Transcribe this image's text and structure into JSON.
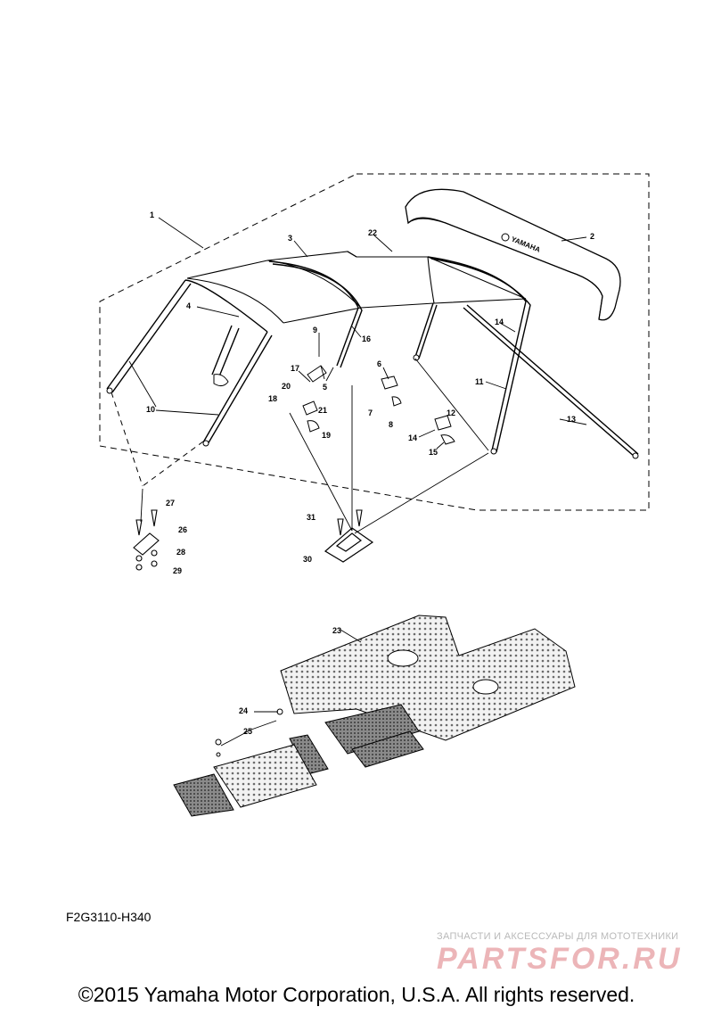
{
  "callouts": [
    "1",
    "2",
    "3",
    "4",
    "5",
    "6",
    "7",
    "8",
    "9",
    "10",
    "11",
    "12",
    "13",
    "14",
    "14",
    "15",
    "16",
    "17",
    "18",
    "19",
    "20",
    "21",
    "22",
    "23",
    "24",
    "25",
    "26",
    "27",
    "28",
    "29",
    "30",
    "31"
  ],
  "logo_text": "YAMAHA",
  "figure_code": "F2G3110-H340",
  "watermark": {
    "tagline": "ЗАПЧАСТИ И АКСЕССУАРЫ ДЛЯ МОТОТЕХНИКИ",
    "brand": "PARTSFOR.RU"
  },
  "copyright": "©2015 Yamaha Motor Corporation, U.S.A. All rights reserved."
}
